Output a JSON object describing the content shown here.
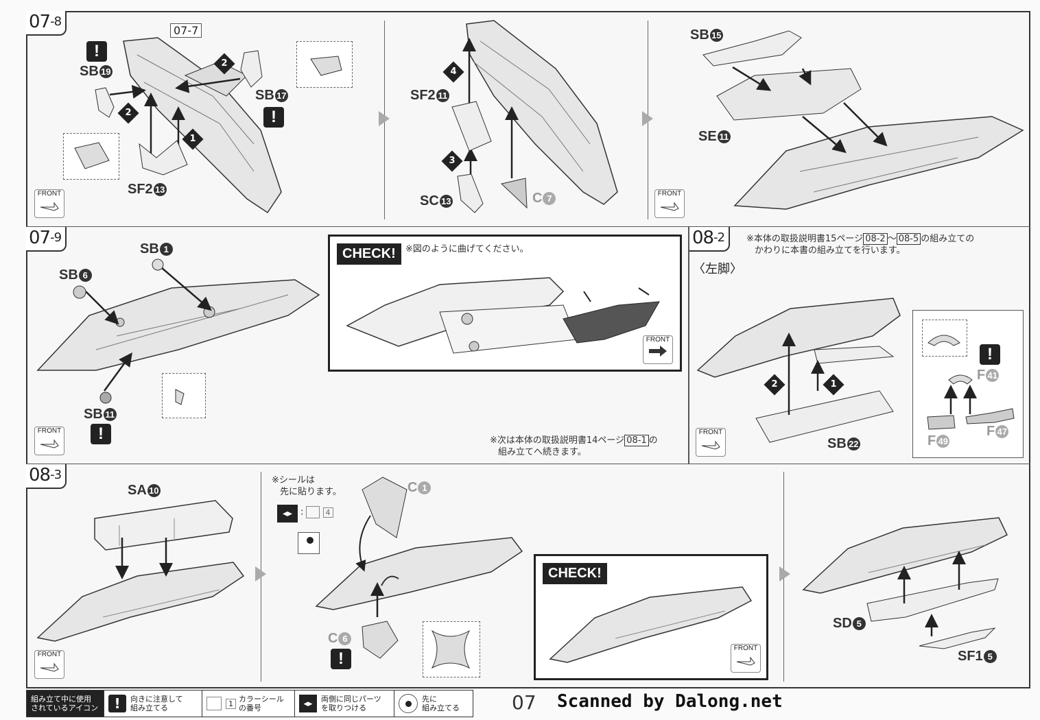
{
  "steps": {
    "s07_8": {
      "main": "07",
      "sub": "-8",
      "ref": "07-7"
    },
    "s07_9": {
      "main": "07",
      "sub": "-9"
    },
    "s08_2": {
      "main": "08",
      "sub": "-2"
    },
    "s08_3": {
      "main": "08",
      "sub": "-3"
    }
  },
  "parts": {
    "sb19": {
      "code": "SB",
      "no": "19"
    },
    "sb17": {
      "code": "SB",
      "no": "17"
    },
    "sf2_13": {
      "code": "SF2",
      "no": "13"
    },
    "sf2_11": {
      "code": "SF2",
      "no": "11"
    },
    "sc13": {
      "code": "SC",
      "no": "13"
    },
    "c7": {
      "code": "C",
      "no": "7"
    },
    "sb15": {
      "code": "SB",
      "no": "15"
    },
    "se11": {
      "code": "SE",
      "no": "11"
    },
    "sb1": {
      "code": "SB",
      "no": "1"
    },
    "sb6": {
      "code": "SB",
      "no": "6"
    },
    "sb11": {
      "code": "SB",
      "no": "11"
    },
    "sb22": {
      "code": "SB",
      "no": "22"
    },
    "f41": {
      "code": "F",
      "no": "41"
    },
    "f49": {
      "code": "F",
      "no": "49"
    },
    "f47": {
      "code": "F",
      "no": "47"
    },
    "sa10": {
      "code": "SA",
      "no": "10"
    },
    "c1": {
      "code": "C",
      "no": "1"
    },
    "c6": {
      "code": "C",
      "no": "6"
    },
    "sd5": {
      "code": "SD",
      "no": "5"
    },
    "sf1_5": {
      "code": "SF1",
      "no": "5"
    }
  },
  "order": {
    "one": "1",
    "two": "2",
    "three": "3",
    "four": "4"
  },
  "front_label": "FRONT",
  "check_label": "CHECK!",
  "check_note": "※図のように曲げてください。",
  "note_next": [
    "※次は本体の取扱説明書14ページ",
    "08-1",
    "の",
    "組み立てへ続きます。"
  ],
  "note_082": [
    "※本体の取扱説明書15ページ",
    "08-2",
    "～",
    "08-5",
    "の組み立ての",
    "かわりに本書の組み立てを行います。"
  ],
  "left_leg": "〈左脚〉",
  "sticker_note": [
    "※シールは",
    "先に貼ります。"
  ],
  "sticker_no": "4",
  "legend": {
    "head": [
      "組み立て中に使用",
      "されているアイコン"
    ],
    "items": [
      {
        "icon": "warning-icon",
        "text": [
          "向きに注意して",
          "組み立てる"
        ]
      },
      {
        "icon": "color-sticker-icon",
        "num": "1",
        "text": [
          "カラーシール",
          "の番号"
        ]
      },
      {
        "icon": "both-sides-icon",
        "text": [
          "両側に同じパーツ",
          "を取りつける"
        ]
      },
      {
        "icon": "assemble-first-icon",
        "text": [
          "先に",
          "組み立てる"
        ]
      }
    ]
  },
  "page_number": "07",
  "scan_credit": "Scanned by Dalong.net",
  "colors": {
    "line": "#333333",
    "part_fill": "#e6e6e6",
    "part_dark": "#555555",
    "bg": "#f7f7f7"
  }
}
